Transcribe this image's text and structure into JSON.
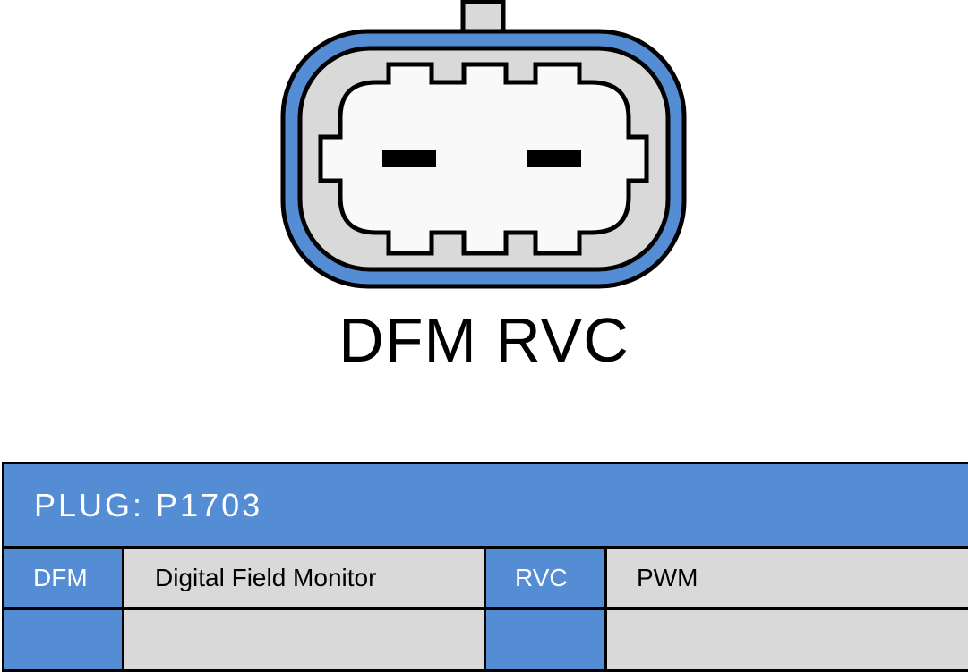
{
  "diagram": {
    "connector_label": "DFM RVC",
    "colors": {
      "blue": "#548dd4",
      "gray": "#d9d9d9",
      "white": "#f9f9f9"
    }
  },
  "table": {
    "header": "PLUG: P1703",
    "rows": [
      [
        "DFM",
        "Digital Field Monitor",
        "RVC",
        "PWM"
      ],
      [
        "",
        "",
        "",
        ""
      ]
    ]
  }
}
